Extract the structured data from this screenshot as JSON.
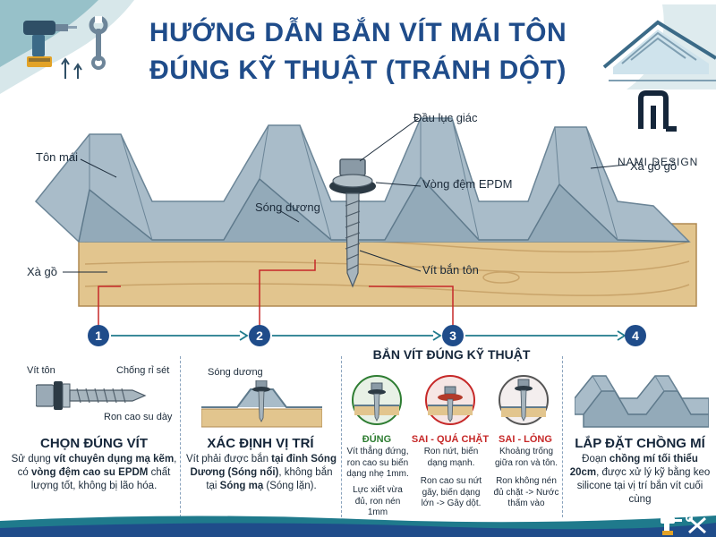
{
  "header": {
    "title_line1": "HƯỚNG DẪN BẮN VÍT MÁI TÔN",
    "title_line2": "ĐÚNG KỸ THUẬT (TRÁNH DỘT)",
    "brand": "NAMI DESIGN"
  },
  "diagram_labels": {
    "dau_luc_giac": "Đầu lục giác",
    "vong_dem": "Vòng đệm EPDM",
    "ton_mai": "Tôn mái",
    "xa_go_go": "Xà gồ gỗ",
    "song_duong": "Sóng dương",
    "xa_go": "Xà gồ",
    "vit_ban_ton": "Vít bắn tôn"
  },
  "steps": [
    {
      "num": "1",
      "title": "CHỌN ĐÚNG VÍT"
    },
    {
      "num": "2",
      "title": "XÁC ĐỊNH VỊ TRÍ"
    },
    {
      "num": "3",
      "title": "BẮN VÍT ĐÚNG KỸ THUẬT"
    },
    {
      "num": "4",
      "title": "LẮP ĐẶT CHỒNG MÍ"
    }
  ],
  "step1": {
    "label_vit_ton": "Vít tôn",
    "label_chong_ri": "Chống rỉ sét",
    "label_ron": "Ron cao su dày",
    "desc_a": "Sử dụng ",
    "desc_b": "vít chuyên dụng mạ kẽm",
    "desc_c": ", có ",
    "desc_d": "vòng đệm cao su EPDM",
    "desc_e": " chất lượng tốt, không bị lão hóa."
  },
  "step2": {
    "label_song_duong": "Sóng dương",
    "desc_a": "Vít phải được bắn ",
    "desc_b": "tại đỉnh Sóng Dương (Sóng nổi)",
    "desc_c": ", không bắn tại ",
    "desc_d": "Sóng mạ",
    "desc_e": " (Sóng lặn)."
  },
  "step3": {
    "cases": [
      {
        "tag": "ĐÚNG",
        "color": "#2e7d32",
        "text1": "Vít thẳng đứng, ron cao su biến dạng nhẹ 1mm.",
        "text2": "Lực xiết vừa đủ, ron nén 1mm"
      },
      {
        "tag": "SAI - QUÁ CHẶT",
        "color": "#c62828",
        "text1": "Ron nứt, biến dạng mạnh.",
        "text2": "Ron cao su nứt gãy, biến dạng lớn -> Gây dột."
      },
      {
        "tag": "SAI - LỎNG",
        "color": "#c62828",
        "text1": "Khoảng trống giữa ron và tôn.",
        "text2": "Ron không nén đủ chặt -> Nước thấm vào"
      }
    ]
  },
  "step4": {
    "desc_a": "Đoạn ",
    "desc_b": "chồng mí tối thiểu 20cm",
    "desc_c": ", được xử lý kỹ bằng keo silicone tại vị trí bắn vít cuối cùng"
  },
  "colors": {
    "primary": "#1f4c8a",
    "teal": "#1f7a8c",
    "red": "#c62828",
    "green": "#2e7d32",
    "steel": "#9fb3c2",
    "wood": "#e2c58e"
  }
}
